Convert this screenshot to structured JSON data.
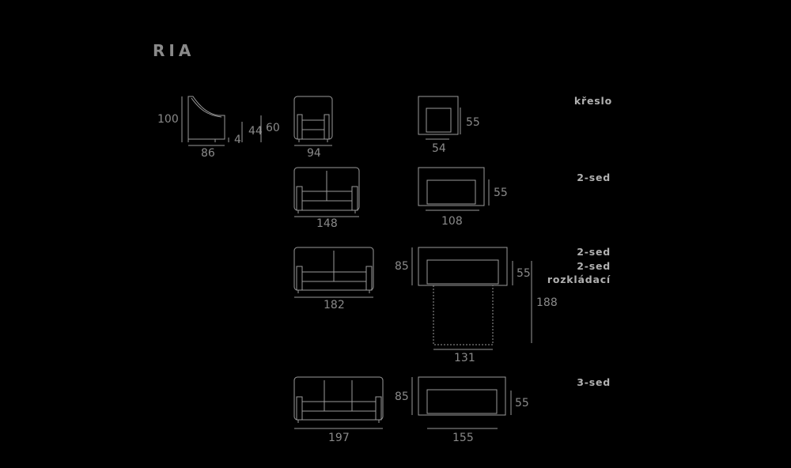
{
  "title": "RIA",
  "colors": {
    "background": "#000000",
    "text": "#8a8a8a",
    "label": "#b0b0b0",
    "line": "#9a9a9a"
  },
  "labels": {
    "kreslo": "křeslo",
    "sed2": "2-sed",
    "sed2b": "2-sed",
    "sed2_rozk_a": "2-sed",
    "sed2_rozk_b": "rozkládací",
    "sed3": "3-sed"
  },
  "dims": {
    "side_height": "100",
    "side_width": "86",
    "leg": "4",
    "seat": "44",
    "arm": "60",
    "kreslo_front_w": "94",
    "kreslo_top_w": "54",
    "kreslo_top_d": "55",
    "sed2_front_w": "148",
    "sed2_top_w": "108",
    "sed2_top_d": "55",
    "sed2r_front_w": "182",
    "sed2r_depth": "85",
    "sed2r_seat_d": "55",
    "sed2r_open": "188",
    "sed2r_top_w": "131",
    "sed3_front_w": "197",
    "sed3_depth": "85",
    "sed3_seat_d": "55",
    "sed3_top_w": "155"
  }
}
